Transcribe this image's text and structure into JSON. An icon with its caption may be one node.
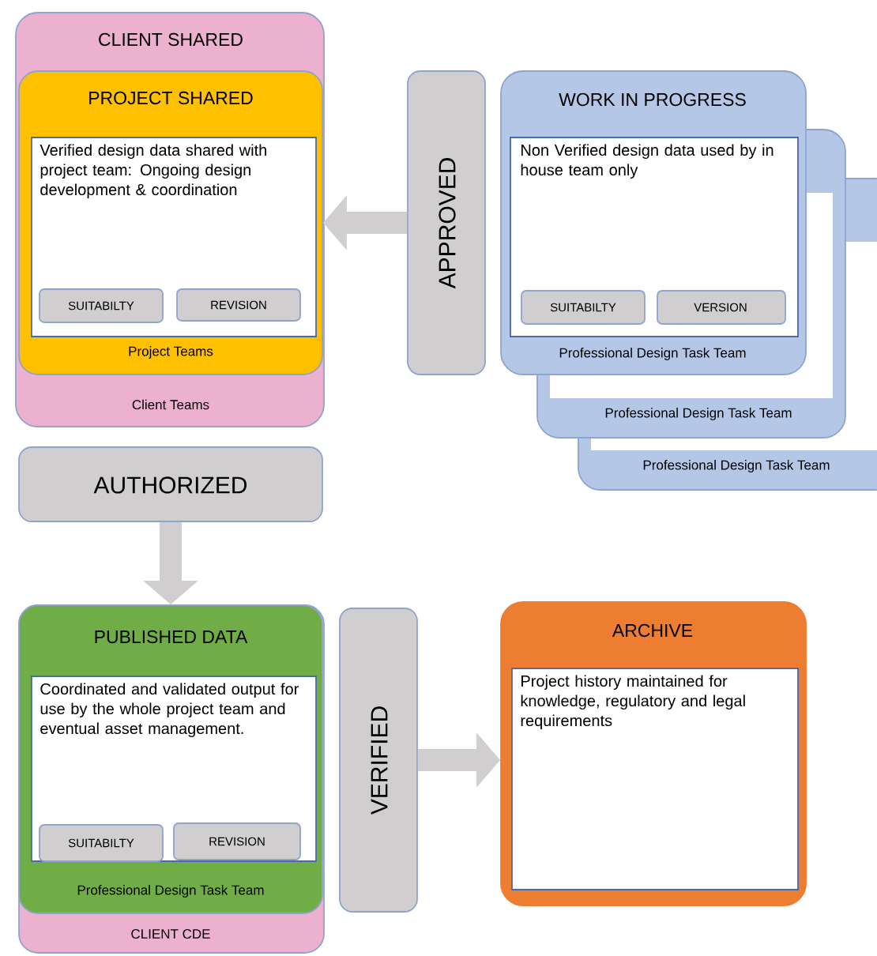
{
  "diagram": {
    "nodes": [
      {
        "text": [
          "CLIENT SHARED",
          "Client Teams"
        ]
      },
      {
        "text": [
          "PROJECT SHARED",
          "Project Teams"
        ],
        "in": 0
      },
      {
        "text": [
          "Verified design data shared with project team: Ongoing design development & coordination"
        ],
        "in": 1
      },
      {
        "text": [
          "SUITABILTY"
        ],
        "in": 2
      },
      {
        "text": [
          "REVISION"
        ],
        "in": 2
      },
      {
        "text": [
          "APPROVED"
        ]
      },
      {
        "text": [
          "WORK IN PROGRESS",
          "Professional Design Task Team"
        ]
      },
      {
        "text": [
          "Non Verified design data used by in house team only"
        ],
        "in": 6
      },
      {
        "text": [
          "SUITABILTY"
        ],
        "in": 7
      },
      {
        "text": [
          "VERSION"
        ]
      },
      {
        "text": [
          "Professional Design Task Team"
        ]
      },
      {
        "text": [
          "Professional Design Task Team"
        ]
      },
      {
        "text": [
          "AUTHORIZED"
        ]
      },
      {
        "text": [
          "CLIENT CDE"
        ]
      },
      {
        "text": [
          "PUBLISHED DATA",
          "Professional Design Task Team"
        ],
        "in": 13
      },
      {
        "text": [
          "Coordinated and validated output for use by the whole project team and eventual asset management."
        ],
        "in": 14
      },
      {
        "text": [
          "SUITABILTY"
        ],
        "in": 15
      },
      {
        "text": [
          "REVISION"
        ],
        "in": 15
      },
      {
        "text": [
          "VERIFIED"
        ]
      },
      {
        "text": [
          "ARCHIVE"
        ]
      },
      {
        "text": [
          "Project history maintained for knowledge, regulatory and legal requirements"
        ],
        "in": 19
      }
    ],
    "edges": [
      {
        "from": 5,
        "to": 1,
        "arrow": "to"
      },
      {
        "from": 12,
        "to": 14,
        "arrow": "to"
      },
      {
        "from": 18,
        "to": 19,
        "arrow": "to"
      }
    ]
  }
}
